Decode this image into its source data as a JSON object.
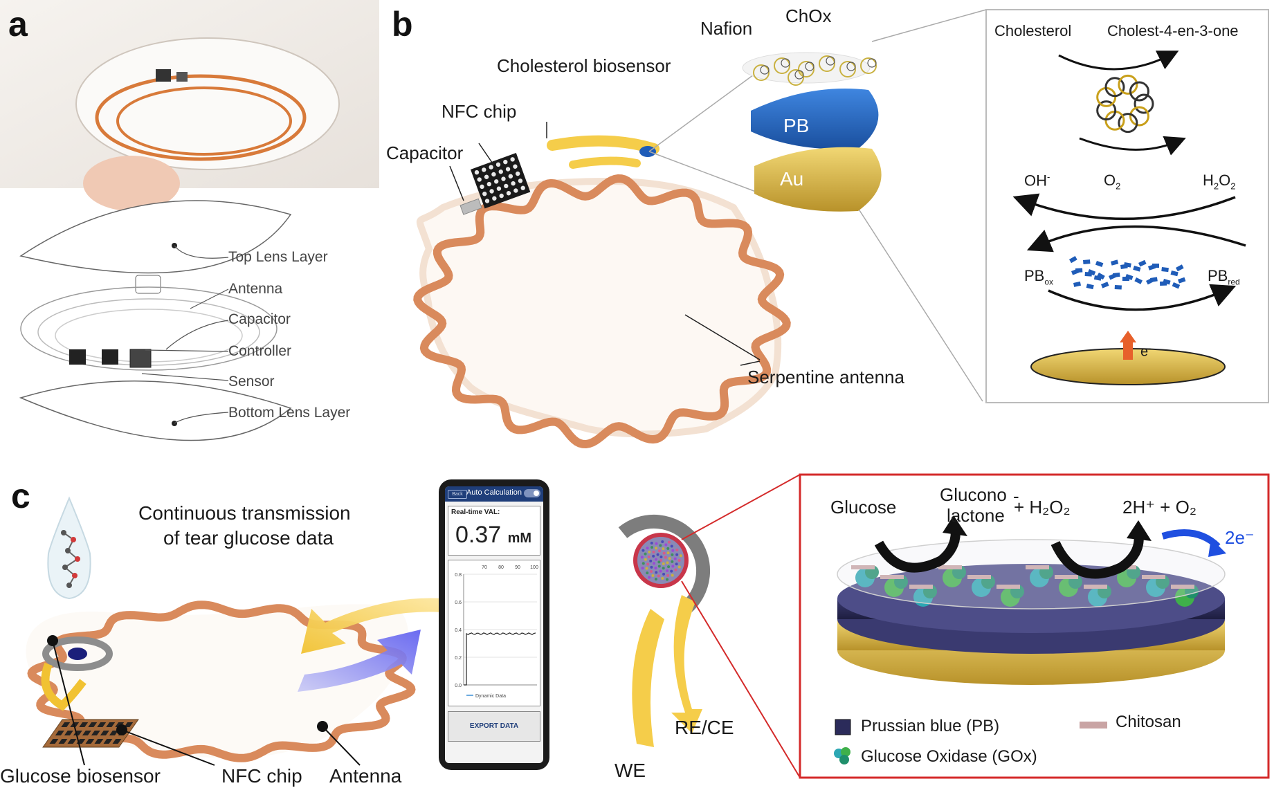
{
  "panels": {
    "a": "a",
    "b": "b",
    "c": "c"
  },
  "panel_a": {
    "layers": [
      "Top Lens Layer",
      "Antenna",
      "Capacitor",
      "Controller",
      "Sensor",
      "Bottom Lens Layer"
    ]
  },
  "panel_b": {
    "nafion": "Nafion",
    "chox": "ChOx",
    "cholesterol_biosensor": "Cholesterol biosensor",
    "nfc_chip": "NFC chip",
    "capacitor": "Capacitor",
    "pb": "PB",
    "au": "Au",
    "serpentine_antenna": "Serpentine antenna",
    "reaction": {
      "cholesterol": "Cholesterol",
      "cholestenone": "Cholest-4-en-3-one",
      "oh": "OH",
      "oh_sup": "-",
      "o2": "O",
      "o2_sub": "2",
      "h2o2_h": "H",
      "h2o2_sub1": "2",
      "h2o2_o": "O",
      "h2o2_sub2": "2",
      "pb_ox": "PB",
      "pb_ox_sub": "ox",
      "pb_red": "PB",
      "pb_red_sub": "red",
      "electron": "e",
      "electron_sup": "-"
    }
  },
  "panel_c": {
    "transmission_line1": "Continuous transmission",
    "transmission_line2": "of tear glucose data",
    "glucose_biosensor": "Glucose biosensor",
    "nfc_chip": "NFC chip",
    "antenna": "Antenna",
    "we": "WE",
    "re_ce": "RE/CE",
    "phone": {
      "back": "Back",
      "title": "Auto Calculation",
      "realtime_label": "Real-time VAL:",
      "value": "0.37",
      "unit": "mM",
      "x_ticks": [
        "70",
        "80",
        "90",
        "100"
      ],
      "y_ticks": [
        "0.8",
        "0.6",
        "0.4",
        "0.2",
        "0.0"
      ],
      "legend_label": "Dynamic Data",
      "export_button": "EXPORT DATA"
    },
    "reaction": {
      "glucose": "Glucose",
      "gluconolactone_line1": "Glucono",
      "gluconolactone_line2": "lactone",
      "dash": "-",
      "h2o2": "+ H₂O₂",
      "h_plus": "2H⁺ +  O₂",
      "two_e": "2e⁻"
    },
    "legend": {
      "prussian_blue": "Prussian blue (PB)",
      "chitosan": "Chitosan",
      "gox": "Glucose Oxidase (GOx)"
    }
  },
  "colors": {
    "copper": "#d98a5c",
    "gold": "#e8c64a",
    "pb_blue": "#1f5cb8",
    "frame_red": "#d42a2a",
    "arrow_blue": "#2a3fd6",
    "navy_disk": "#2c2c5a"
  },
  "chart_data": {
    "type": "line",
    "x_ticks": [
      "70",
      "80",
      "90",
      "100"
    ],
    "y_ticks": [
      "0.8",
      "0.6",
      "0.4",
      "0.2",
      "0.0"
    ],
    "ylim": [
      0,
      0.8
    ],
    "series": [
      {
        "name": "Dynamic Data",
        "values": [
          0.0,
          0.37,
          0.37,
          0.37
        ]
      }
    ]
  }
}
